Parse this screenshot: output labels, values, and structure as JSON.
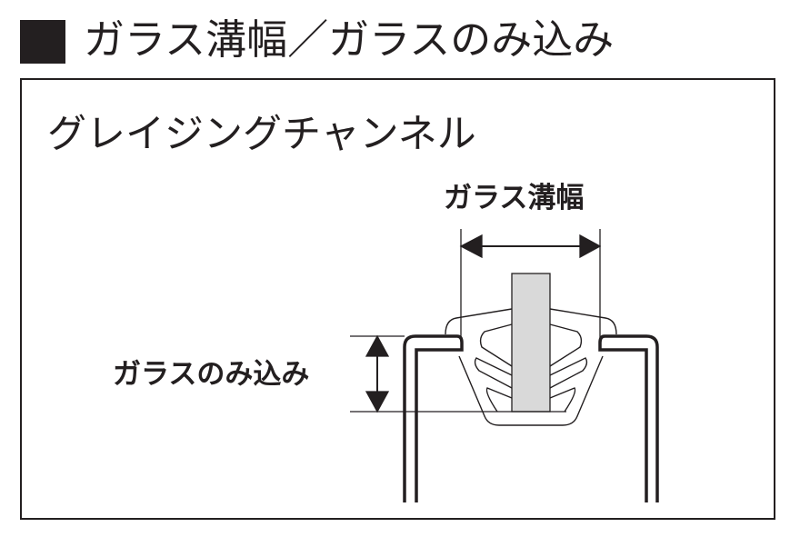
{
  "title": "ガラス溝幅／ガラスのみ込み",
  "subtitle": "グレイジングチャンネル",
  "labels": {
    "groove_width": "ガラス溝幅",
    "glass_bite": "ガラスのみ込み"
  },
  "colors": {
    "ink": "#231f20",
    "glass": "#d9d9d9"
  }
}
